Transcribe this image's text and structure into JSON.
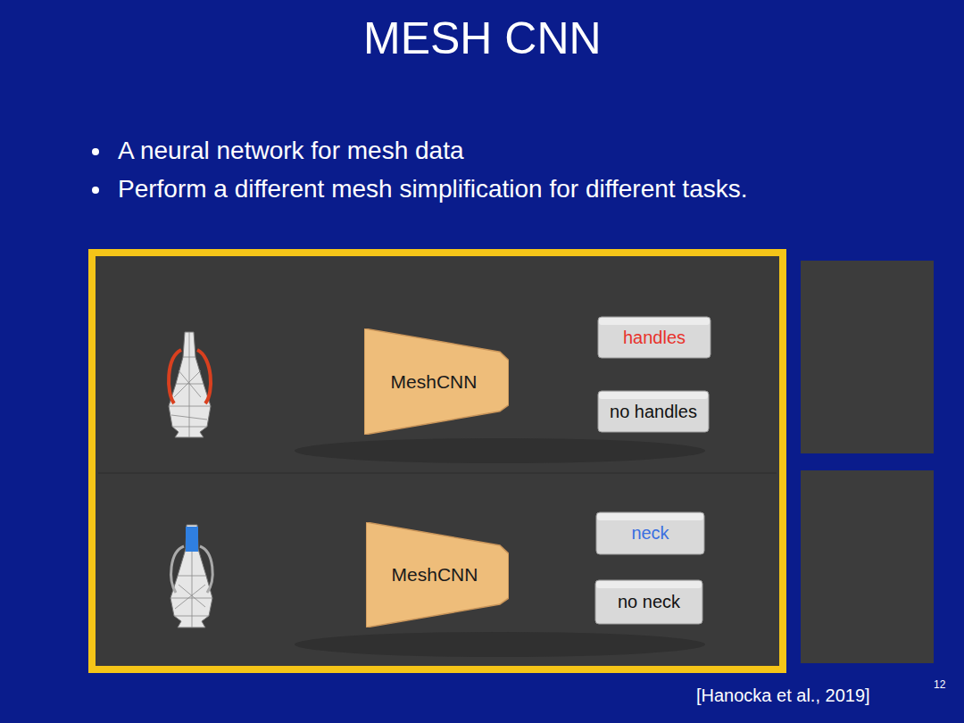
{
  "diagram": {
    "title": "MESH CNN",
    "caption": "[Hanocka et al., 2019]",
    "nodes": [
      {
        "text": [
          "MeshCNN"
        ]
      },
      {
        "text": [
          "handles"
        ]
      },
      {
        "text": [
          "no handles"
        ]
      },
      {
        "text": [
          "MeshCNN"
        ]
      },
      {
        "text": [
          "neck"
        ]
      },
      {
        "text": [
          "no neck"
        ]
      }
    ],
    "labels": [
      "A neural network for mesh data",
      "Perform a different mesh simplification for different tasks.",
      "12"
    ]
  }
}
